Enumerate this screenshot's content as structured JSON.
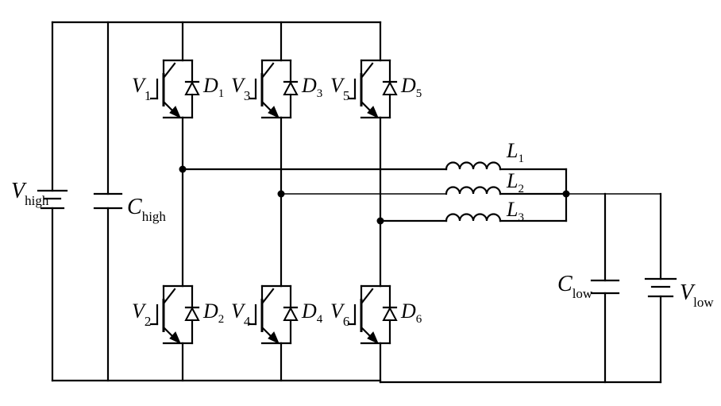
{
  "sources": {
    "high": {
      "symbol": "V",
      "subscript": "high"
    },
    "low": {
      "symbol": "V",
      "subscript": "low"
    }
  },
  "capacitors": {
    "high": {
      "symbol": "C",
      "subscript": "high"
    },
    "low": {
      "symbol": "C",
      "subscript": "low"
    }
  },
  "switches": [
    {
      "v_symbol": "V",
      "v_sub": "1",
      "d_symbol": "D",
      "d_sub": "1"
    },
    {
      "v_symbol": "V",
      "v_sub": "3",
      "d_symbol": "D",
      "d_sub": "3"
    },
    {
      "v_symbol": "V",
      "v_sub": "5",
      "d_symbol": "D",
      "d_sub": "5"
    },
    {
      "v_symbol": "V",
      "v_sub": "2",
      "d_symbol": "D",
      "d_sub": "2"
    },
    {
      "v_symbol": "V",
      "v_sub": "4",
      "d_symbol": "D",
      "d_sub": "4"
    },
    {
      "v_symbol": "V",
      "v_sub": "6",
      "d_symbol": "D",
      "d_sub": "6"
    }
  ],
  "inductors": [
    {
      "symbol": "L",
      "subscript": "1"
    },
    {
      "symbol": "L",
      "subscript": "2"
    },
    {
      "symbol": "L",
      "subscript": "3"
    }
  ]
}
